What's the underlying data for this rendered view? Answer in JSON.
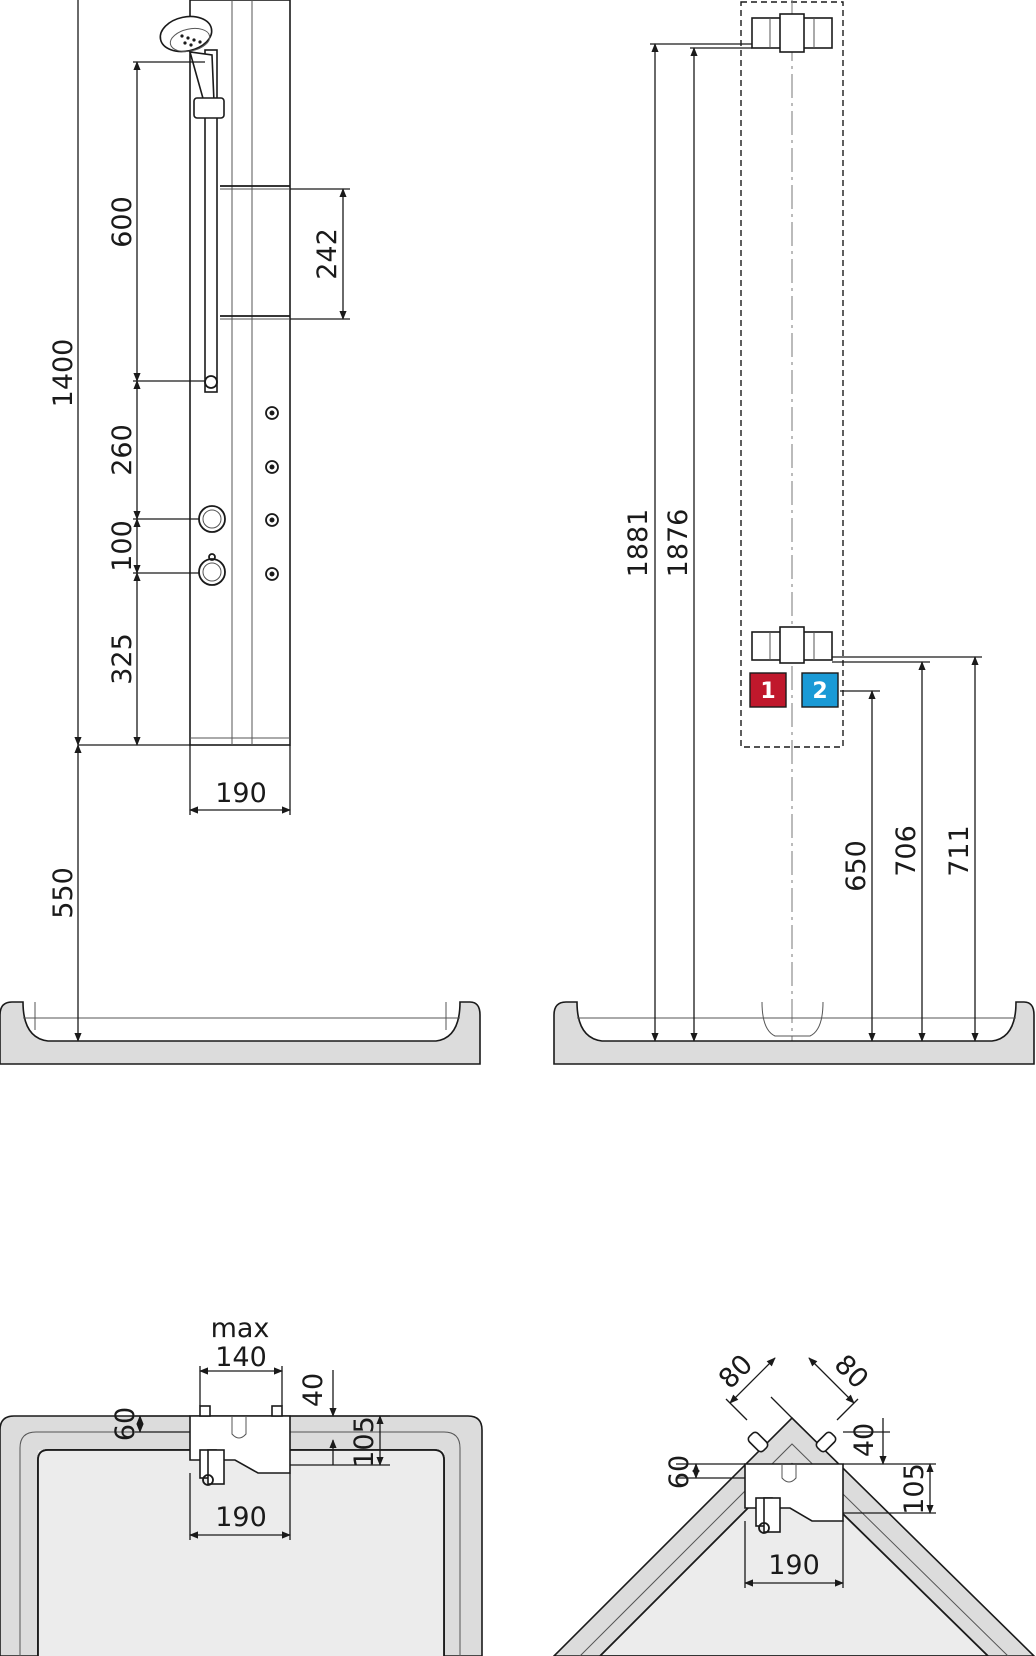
{
  "front_view": {
    "dim_total_height": "1400",
    "dim_rail": "600",
    "dim_shelf_spacing": "242",
    "dim_rail_to_upper_knob": "260",
    "dim_knob_spacing": "100",
    "dim_lower_knob_to_base": "325",
    "dim_width": "190",
    "dim_floor_height": "550"
  },
  "side_view": {
    "dim_1881": "1881",
    "dim_1876": "1876",
    "dim_650": "650",
    "dim_706": "706",
    "dim_711": "711",
    "badge_1": "1",
    "badge_2": "2",
    "badge_1_color": "#c0182c",
    "badge_2_color": "#1a9ad6"
  },
  "plan_straight": {
    "label_max": "max",
    "dim_140": "140",
    "dim_40": "40",
    "dim_60": "60",
    "dim_105": "105",
    "dim_190": "190"
  },
  "plan_corner": {
    "dim_80_left": "80",
    "dim_80_right": "80",
    "dim_40": "40",
    "dim_60": "60",
    "dim_105": "105",
    "dim_190": "190"
  }
}
